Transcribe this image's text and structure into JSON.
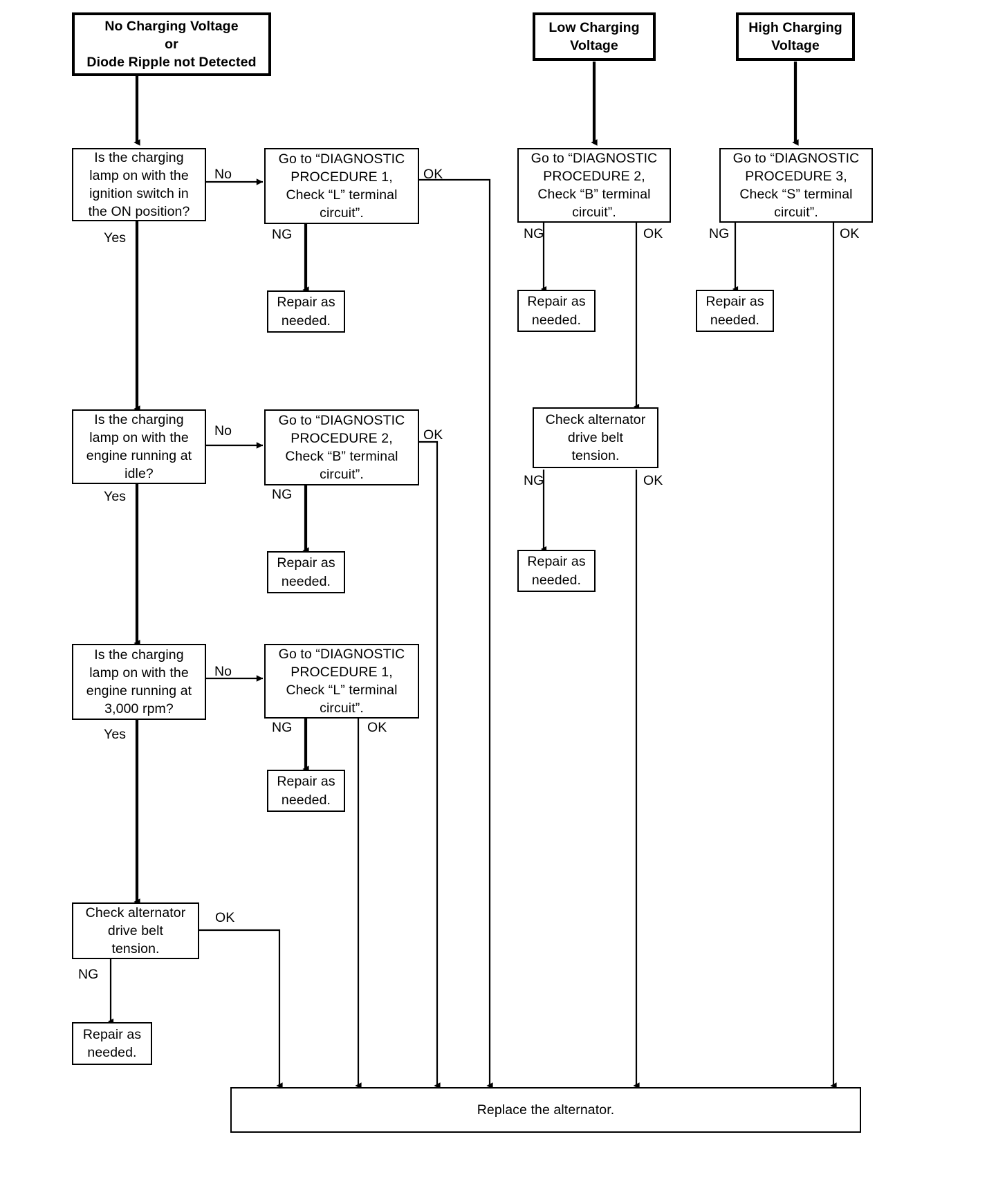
{
  "diagram": {
    "title": "Charging system diagnostic flowchart",
    "type": "flowchart",
    "colors": {
      "stroke": "#000000",
      "background": "#ffffff",
      "text": "#000000"
    },
    "nodes": {
      "start_no_charging": "No Charging Voltage\nor\nDiode Ripple not Detected",
      "start_low_charging": "Low Charging\nVoltage",
      "start_high_charging": "High Charging\nVoltage",
      "q1": "Is the charging\nlamp on with the\nignition switch in\nthe ON position?",
      "q2": "Is the charging\nlamp on with the\nengine running at\nidle?",
      "q3": "Is the charging\nlamp on with the\nengine running at\n3,000 rpm?",
      "proc1_a": "Go to “DIAGNOSTIC\nPROCEDURE 1,\nCheck “L” terminal\ncircuit”.",
      "proc2_a": "Go to “DIAGNOSTIC\nPROCEDURE 2,\nCheck “B” terminal\ncircuit”.",
      "proc1_b": "Go to “DIAGNOSTIC\nPROCEDURE 1,\nCheck “L” terminal\ncircuit”.",
      "proc2_b": "Go to “DIAGNOSTIC\nPROCEDURE 2,\nCheck “B” terminal\ncircuit”.",
      "proc3": "Go to “DIAGNOSTIC\nPROCEDURE 3,\nCheck “S” terminal\ncircuit”.",
      "repair1": "Repair as\nneeded.",
      "repair2": "Repair as\nneeded.",
      "repair3": "Repair as\nneeded.",
      "repair4": "Repair as\nneeded.",
      "repair5": "Repair as\nneeded.",
      "repair6": "Repair as\nneeded.",
      "belt_left": "Check alternator\ndrive belt\ntension.",
      "belt_mid": "Check alternator\ndrive belt\ntension.",
      "replace": "Replace the alternator."
    },
    "edge_labels": {
      "q1_no": "No",
      "q1_yes": "Yes",
      "q2_no": "No",
      "q2_yes": "Yes",
      "q3_no": "No",
      "q3_yes": "Yes",
      "proc1a_ng": "NG",
      "proc1a_ok": "OK",
      "proc2a_ng": "NG",
      "proc2a_ok": "OK",
      "proc1b_ng": "NG",
      "proc1b_ok": "OK",
      "proc2b_ng": "NG",
      "proc2b_ok": "OK",
      "proc3_ng": "NG",
      "proc3_ok": "OK",
      "belt_mid_ng": "NG",
      "belt_mid_ok": "OK",
      "belt_left_ng": "NG",
      "belt_left_ok": "OK"
    }
  }
}
